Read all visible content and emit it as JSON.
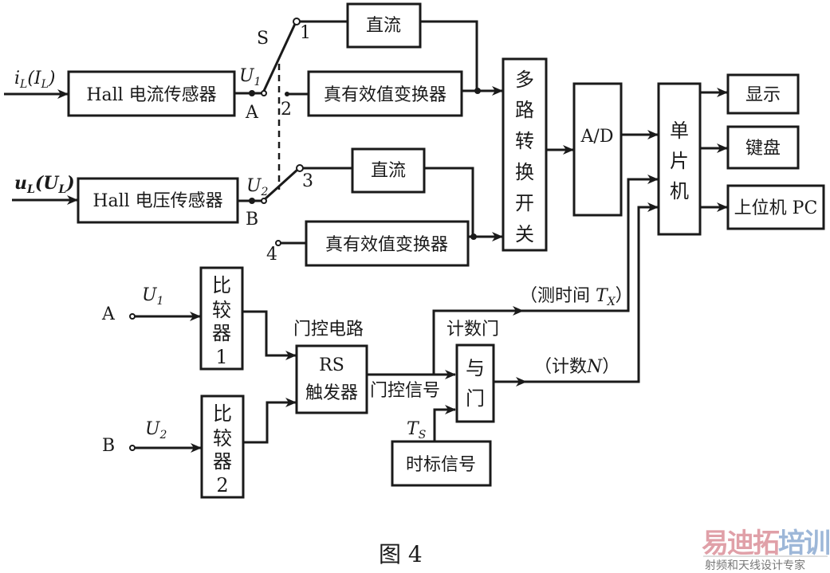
{
  "diagram": {
    "caption": "图 4",
    "inputs": {
      "current": {
        "label": "i",
        "sub": "L",
        "label_paren": "(I",
        "sub2": "L",
        "close": ")"
      },
      "voltage": {
        "label": "u",
        "sub": "L",
        "label_paren": "(U",
        "sub2": "L",
        "close": ")"
      }
    },
    "blocks": {
      "hall_current": "Hall 电流传感器",
      "hall_voltage": "Hall 电压传感器",
      "dc1": "直流",
      "rms1": "真有效值变换器",
      "dc2": "直流",
      "rms2": "真有效值变换器",
      "mux": [
        "多",
        "路",
        "转",
        "换",
        "开",
        "关"
      ],
      "adc": "A/D",
      "mcu": [
        "单",
        "片",
        "机"
      ],
      "display": "显示",
      "keyboard": "键盘",
      "pc": "上位机 PC",
      "comp1": [
        "比",
        "较",
        "器",
        "1"
      ],
      "comp2": [
        "比",
        "较",
        "器",
        "2"
      ],
      "rs_title": "RS",
      "rs_sub": "触发器",
      "and_gate": [
        "与",
        "门"
      ],
      "timebase": "时标信号"
    },
    "labels": {
      "switch": "S",
      "u1": "U",
      "u1_sub": "1",
      "u2": "U",
      "u2_sub": "2",
      "node_a": "A",
      "node_b": "B",
      "pos1": "1",
      "pos2": "2",
      "pos3": "3",
      "pos4": "4",
      "gate_circuit": "门控电路",
      "gate_signal": "门控信号",
      "count_gate": "计数门",
      "measure_time": "（测时间 ",
      "tx": "T",
      "tx_sub": "X",
      "close_paren": "）",
      "count_n": "（计数",
      "n": "N",
      "ts": "T",
      "ts_sub": "S",
      "in_a": "A",
      "in_b": "B",
      "in_u1": "U",
      "in_u1_sub": "1",
      "in_u2": "U",
      "in_u2_sub": "2"
    },
    "watermark": {
      "chars": [
        "易",
        "迪",
        "拓",
        "培",
        "训"
      ],
      "colors": [
        "#e0a0a8",
        "#e0a0a8",
        "#e0a0a8",
        "#9db7d8",
        "#9db7d8"
      ],
      "subtitle": "射频和天线设计专家"
    }
  }
}
